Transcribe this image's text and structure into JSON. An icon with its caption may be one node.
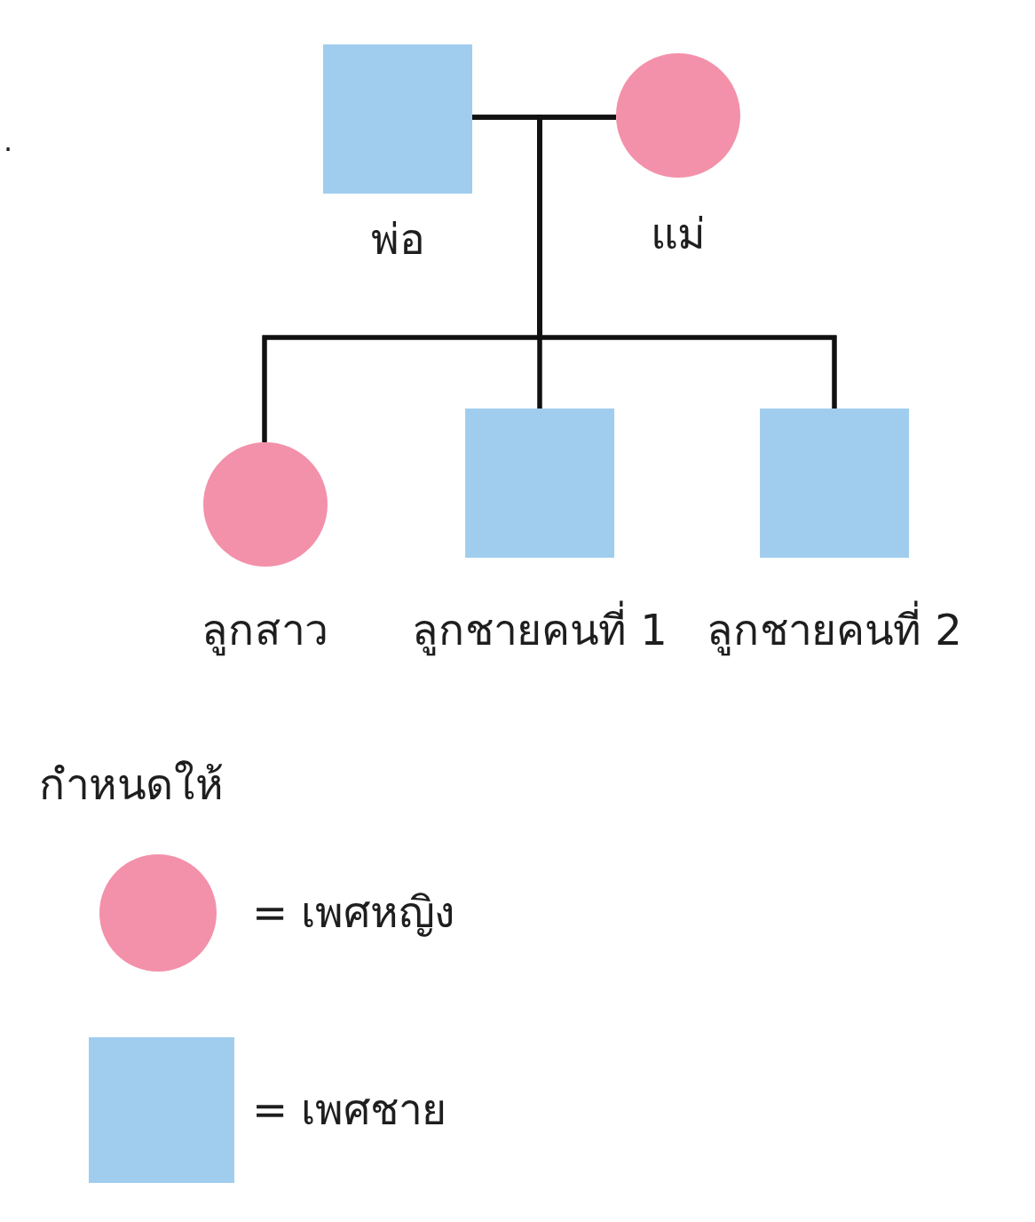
{
  "diagram": {
    "nodes": [
      {
        "text": [
          "พ่อ"
        ]
      },
      {
        "text": [
          "แม่"
        ]
      },
      {
        "text": [
          "ลูกสาว"
        ]
      },
      {
        "text": [
          "ลูกชายคนที่ 1"
        ]
      },
      {
        "text": [
          "ลูกชายคนที่ 2"
        ]
      }
    ],
    "edges": [
      {
        "from": 0,
        "to": 1,
        "arrow": "none"
      },
      {
        "from": 0,
        "to": 2,
        "arrow": "none"
      },
      {
        "from": 0,
        "to": 3,
        "arrow": "none"
      },
      {
        "from": 0,
        "to": 4,
        "arrow": "none"
      },
      {
        "from": 1,
        "to": 2,
        "arrow": "none"
      },
      {
        "from": 1,
        "to": 3,
        "arrow": "none"
      },
      {
        "from": 1,
        "to": 4,
        "arrow": "none"
      }
    ],
    "labels": [
      ".",
      "กำหนดให้"
    ],
    "legend": [
      {
        "text": "= เพศหญิง",
        "color": "#f391aa"
      },
      {
        "text": "= เพศชาย",
        "color": "#a0cdee"
      }
    ]
  }
}
